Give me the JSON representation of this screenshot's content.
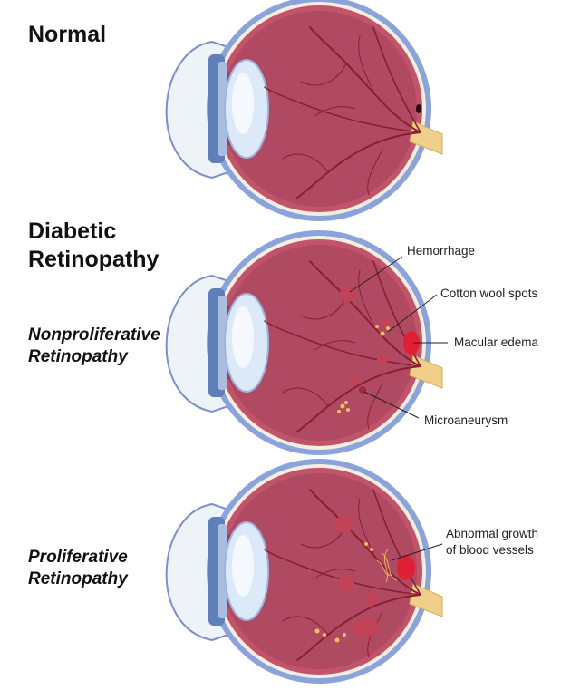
{
  "sections": {
    "normal_title": "Normal",
    "diabetic_title_line1": "Diabetic",
    "diabetic_title_line2": "Retinopathy",
    "nonproliferative_line1": "Nonproliferative",
    "nonproliferative_line2": "Retinopathy",
    "proliferative_line1": "Proliferative",
    "proliferative_line2": "Retinopathy"
  },
  "labels": {
    "hemorrhage": "Hemorrhage",
    "cotton_wool_spots": "Cotton wool spots",
    "macular_edema": "Macular edema",
    "microaneurysm": "Microaneurysm",
    "abnormal_growth_line1": "Abnormal growth",
    "abnormal_growth_line2": "of blood vessels"
  },
  "colors": {
    "sclera_outer": "#8aa3db",
    "sclera_inner": "#f4ede0",
    "choroid": "#c1546a",
    "retina_interior": "#b04a62",
    "blood_vessel": "#8a1f30",
    "optic_nerve": "#f0cf8a",
    "lens": "#dbe9f8",
    "cornea": "#eef3f8",
    "hemorrhage": "#c24256",
    "edema": "#e01f35",
    "exudate": "#f2c35a"
  }
}
